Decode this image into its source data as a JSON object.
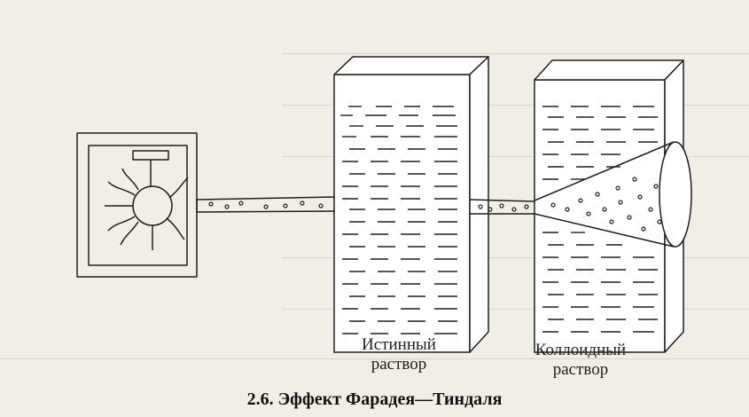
{
  "labels": {
    "true_solution": [
      "Истинный",
      "раствор"
    ],
    "colloid_solution": [
      "Коллоидный",
      "раствор"
    ]
  },
  "caption": "2.6. Эффект Фарадея—Тиндаля",
  "colors": {
    "paper": "#f1eee6",
    "ink": "#1e1e1e",
    "show_through": "#bcb6aa"
  }
}
